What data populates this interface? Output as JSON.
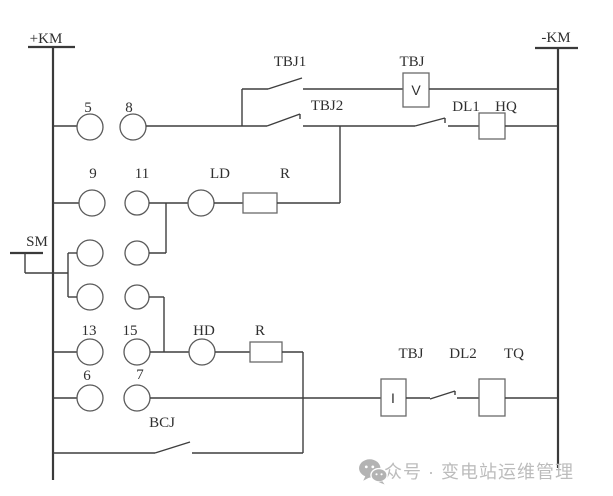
{
  "diagram": {
    "buses": {
      "positive": "+KM",
      "negative": "-KM"
    },
    "terminals": {
      "t5": "5",
      "t8": "8",
      "t9": "9",
      "t11": "11",
      "t13": "13",
      "t15": "15",
      "t6": "6",
      "t7": "7"
    },
    "contacts": {
      "tbj1": "TBJ1",
      "tbj2": "TBJ2",
      "dl1": "DL1",
      "dl2": "DL2",
      "bcj": "BCJ",
      "sm": "SM"
    },
    "coils": {
      "tbj_voltage": "TBJ",
      "tbj_voltage_letter": "V",
      "tbj_current": "TBJ",
      "tbj_current_letter": "I",
      "hq": "HQ",
      "tq": "TQ"
    },
    "lamps": {
      "ld": "LD",
      "hd": "HD"
    },
    "resistors": {
      "r_upper": "R",
      "r_lower": "R"
    },
    "line_color": "#3e3e3e"
  },
  "watermark": {
    "icon": "wechat-logo",
    "text": "公众号 · 变电站运维管理"
  }
}
